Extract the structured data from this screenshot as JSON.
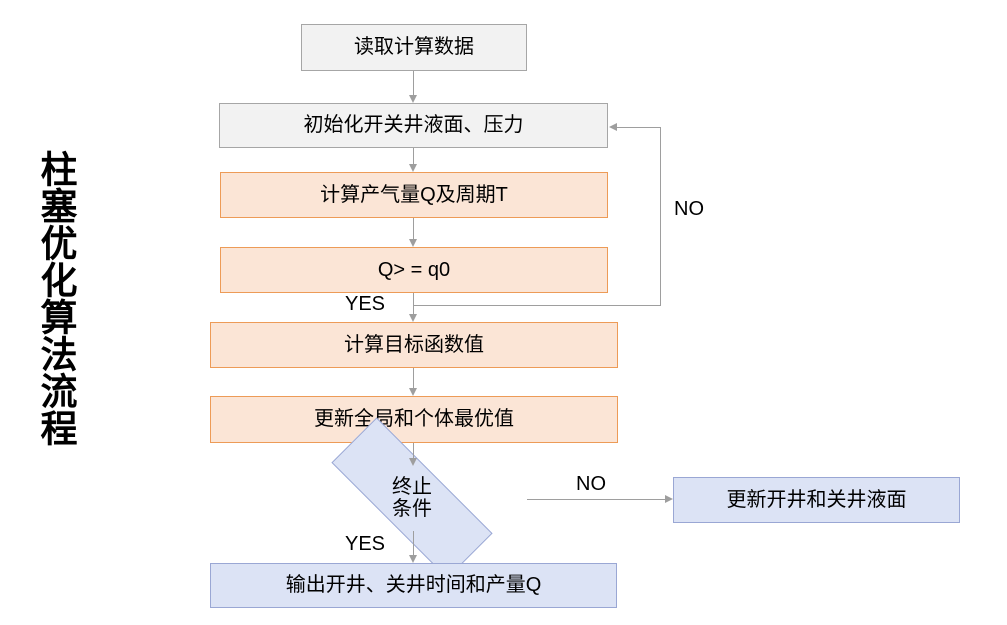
{
  "figure": {
    "vertical_title": "柱塞优化算法流程",
    "type": "flowchart"
  },
  "nodes": [
    {
      "id": "read-data",
      "label": "读取计算数据",
      "shape": "rect",
      "fill": "#f2f2f2",
      "stroke": "#a6a6a6"
    },
    {
      "id": "initialize",
      "label": "初始化开关井液面、压力",
      "shape": "rect",
      "fill": "#f2f2f2",
      "stroke": "#a6a6a6"
    },
    {
      "id": "calc-gas",
      "label": "计算产气量Q及周期T",
      "shape": "rect",
      "fill": "#fbe5d6",
      "stroke": "#ed9b57"
    },
    {
      "id": "compare-q",
      "label": "Q> = q0",
      "shape": "rect",
      "fill": "#fbe5d6",
      "stroke": "#ed9b57"
    },
    {
      "id": "calc-objective",
      "label": "计算目标函数值",
      "shape": "rect",
      "fill": "#fbe5d6",
      "stroke": "#ed9b57"
    },
    {
      "id": "update-best",
      "label": "更新全局和个体最优值",
      "shape": "rect",
      "fill": "#fbe5d6",
      "stroke": "#ed9b57"
    },
    {
      "id": "stop-condition",
      "label": "终止\n条件",
      "shape": "diamond",
      "fill": "#dce3f5",
      "stroke": "#9aa7d4"
    },
    {
      "id": "update-levels",
      "label": "更新开井和关井液面",
      "shape": "rect",
      "fill": "#dce3f5",
      "stroke": "#9aa7d4"
    },
    {
      "id": "output-result",
      "label": "输出开井、关井时间和产量Q",
      "shape": "rect",
      "fill": "#dce3f5",
      "stroke": "#9aa7d4"
    }
  ],
  "edge_labels": {
    "compare_no": "NO",
    "compare_yes": "YES",
    "stop_no": "NO",
    "stop_yes": "YES"
  }
}
